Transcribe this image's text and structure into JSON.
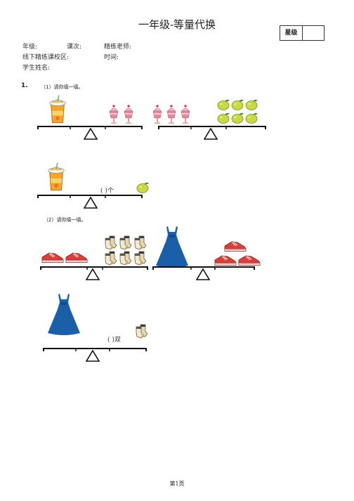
{
  "header": {
    "title": "一年级-等量代换",
    "score_label": "星级"
  },
  "info": {
    "grade": "年级:",
    "lesson": "课次:",
    "teacher": "精练老师:",
    "campus": "线下精练课校区:",
    "time": "时间:",
    "student": "学生姓名:"
  },
  "question": {
    "number": "1.",
    "part1": "（1）请你填一填。",
    "part1_answer": "(   )个",
    "part2": "（2）请你填一填。",
    "part2_answer": "(      )双"
  },
  "footer": {
    "page": "第1页"
  },
  "icons": [
    "juice-cup-icon",
    "sundae-cup-icon",
    "lemon-icon",
    "sneaker-icon",
    "sock-pair-icon",
    "blue-dress-icon",
    "balance-scale-icon"
  ],
  "colors": {
    "juice": "#f5a623",
    "sundae": "#e8869b",
    "lemon": "#c7d943",
    "sneaker": "#d9403a",
    "dress": "#1b5fa8"
  }
}
